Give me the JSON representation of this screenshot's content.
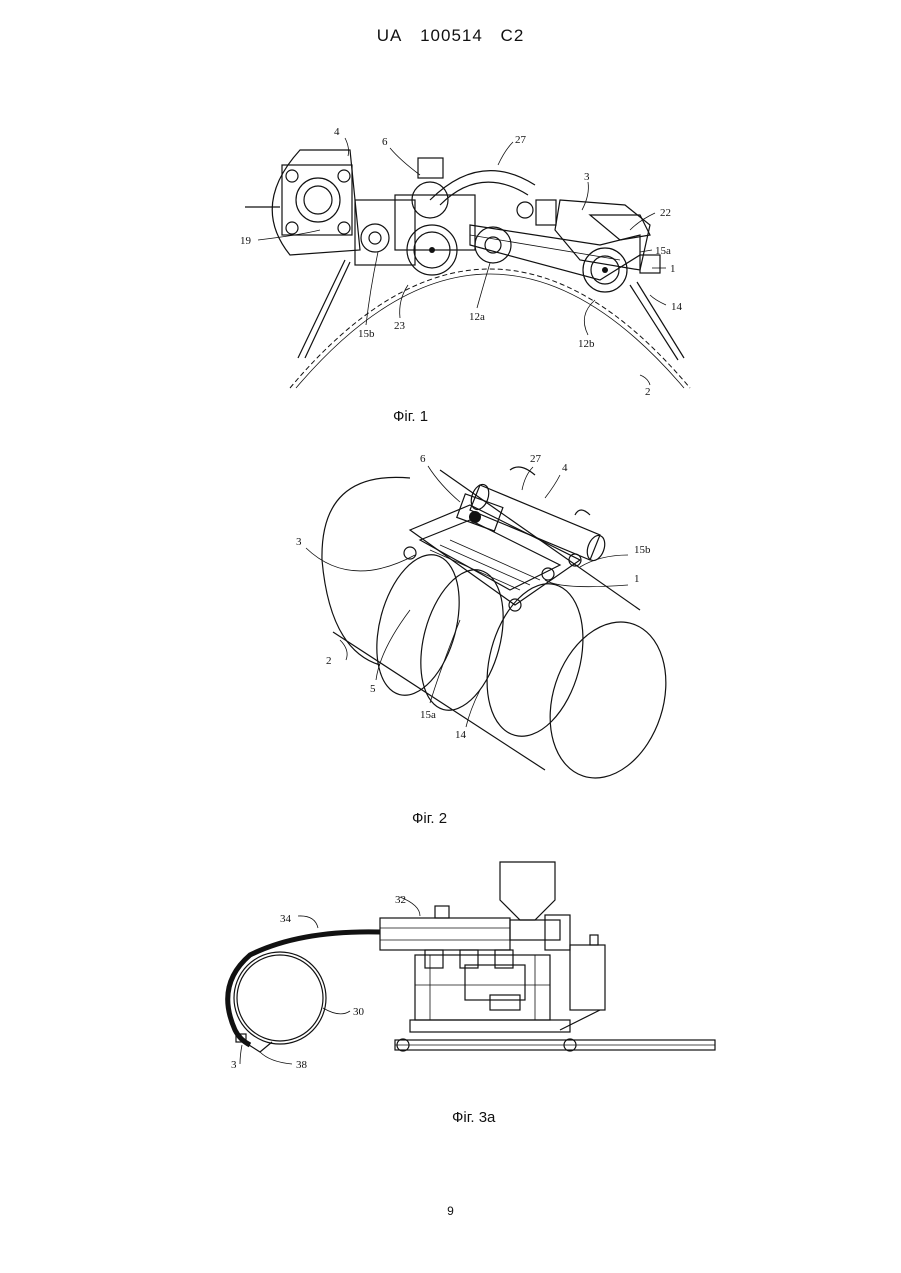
{
  "header": {
    "country": "UA",
    "number": "100514",
    "kind": "C2"
  },
  "figures": [
    {
      "caption": "Фіг. 1",
      "labels": [
        "4",
        "6",
        "27",
        "3",
        "22",
        "15a",
        "1",
        "14",
        "19",
        "15b",
        "23",
        "12a",
        "12b",
        "2"
      ]
    },
    {
      "caption": "Фіг. 2",
      "labels": [
        "6",
        "27",
        "4",
        "3",
        "15b",
        "1",
        "2",
        "5",
        "15a",
        "14"
      ]
    },
    {
      "caption": "Фіг. 3а",
      "labels": [
        "32",
        "34",
        "30",
        "3",
        "38"
      ]
    }
  ],
  "page_number": "9"
}
